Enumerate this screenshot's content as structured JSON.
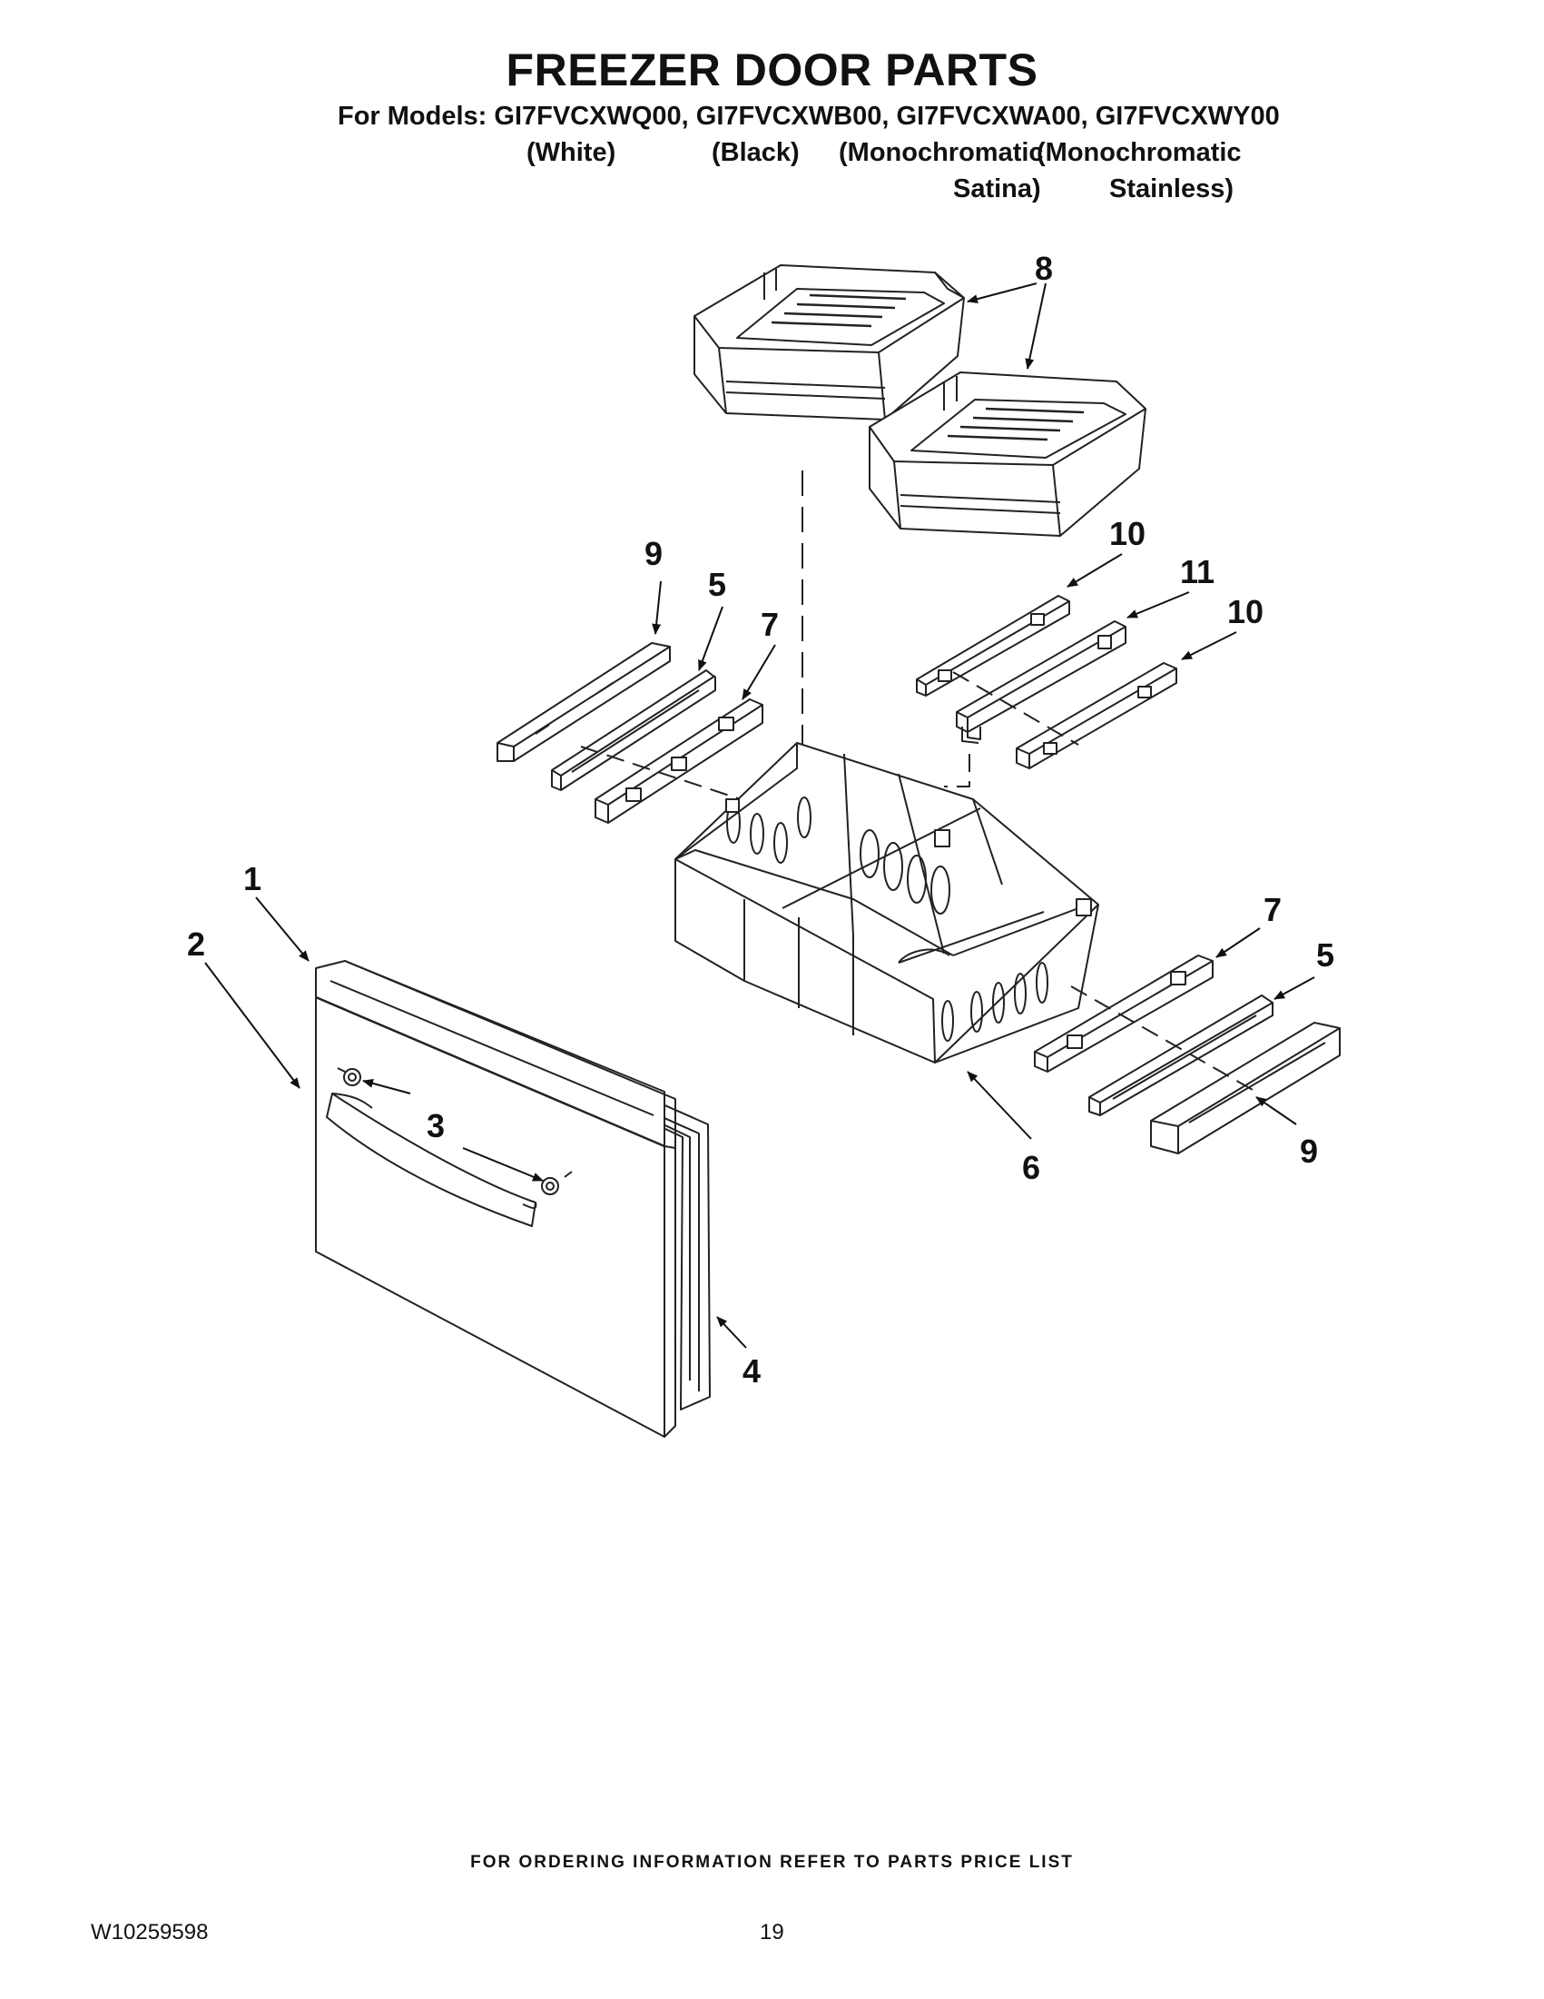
{
  "header": {
    "title": "FREEZER DOOR PARTS",
    "models_line": "For Models: GI7FVCXWQ00, GI7FVCXWB00, GI7FVCXWA00, GI7FVCXWY00",
    "variants": [
      "(White)",
      "(Black)",
      "(Monochromatic",
      "(Monochromatic",
      "Satina)",
      "Stainless)"
    ]
  },
  "callouts": {
    "c1": "1",
    "c2": "2",
    "c3": "3",
    "c4": "4",
    "c5a": "5",
    "c5b": "5",
    "c6": "6",
    "c7a": "7",
    "c7b": "7",
    "c8": "8",
    "c9a": "9",
    "c9b": "9",
    "c10a": "10",
    "c10b": "10",
    "c11": "11"
  },
  "footer": {
    "ordering_note": "FOR ORDERING INFORMATION REFER TO PARTS PRICE LIST",
    "document_number": "W10259598",
    "page_number": "19"
  }
}
